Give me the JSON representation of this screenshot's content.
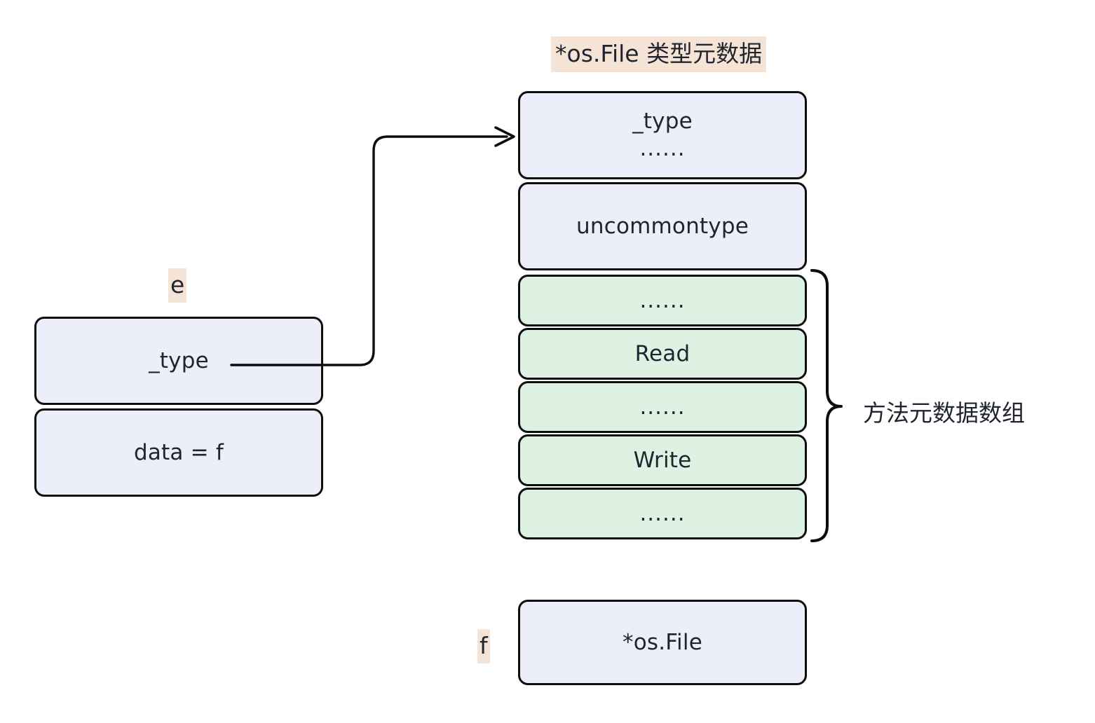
{
  "diagram": {
    "title": "*os.File 类型元数据",
    "left_label": "e",
    "bottom_label": "f",
    "brace_label": "方法元数据数组",
    "colors": {
      "blue_fill": "#eceff9",
      "green_fill": "#ddf2e3",
      "stroke": "#0d0d0d",
      "highlight": "#f5e3d5",
      "text": "#1f2430",
      "background": "#ffffff"
    },
    "iface_box": {
      "rows": [
        {
          "text": "_type"
        },
        {
          "text": "data = f"
        }
      ]
    },
    "type_meta_stack": {
      "rows": [
        {
          "text": "_type",
          "sub": "......",
          "fill": "blue"
        },
        {
          "text": "uncommontype",
          "fill": "blue"
        },
        {
          "text": "......",
          "fill": "green"
        },
        {
          "text": "Read",
          "fill": "green"
        },
        {
          "text": "......",
          "fill": "green"
        },
        {
          "text": "Write",
          "fill": "green"
        },
        {
          "text": "......",
          "fill": "green"
        }
      ]
    },
    "value_box": {
      "text": "*os.File"
    },
    "connector": {
      "from": "_type (interface word)",
      "to": "*os.File type metadata block",
      "style": "orthogonal-arrow"
    }
  }
}
